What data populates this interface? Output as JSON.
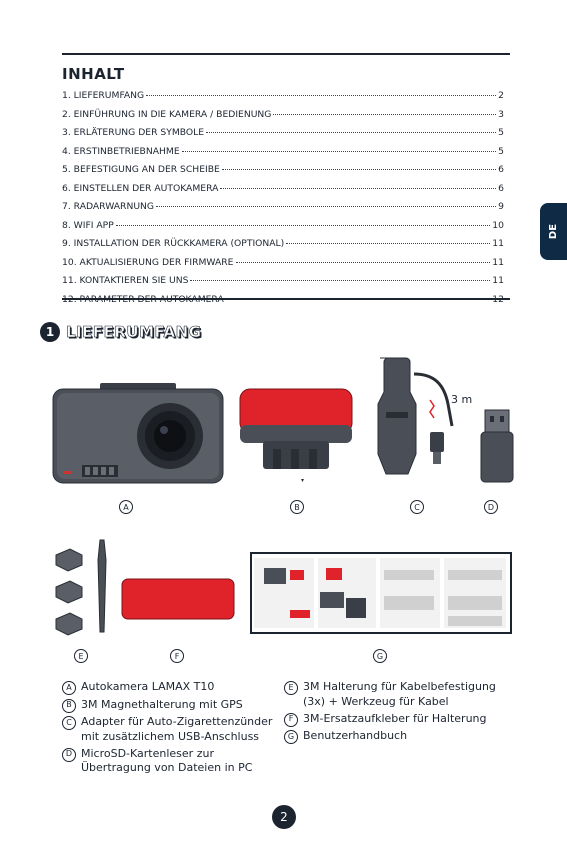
{
  "lang_tab": "DE",
  "toc": {
    "title": "INHALT",
    "items": [
      {
        "label": "1. LIEFERUMFANG",
        "page": "2"
      },
      {
        "label": "2. EINFÜHRUNG IN DIE KAMERA / BEDIENUNG",
        "page": "3"
      },
      {
        "label": "3. ERLÄTERUNG DER SYMBOLE",
        "page": "5"
      },
      {
        "label": "4. ERSTINBETRIEBNAHME",
        "page": "5"
      },
      {
        "label": "5. BEFESTIGUNG AN DER SCHEIBE",
        "page": "6"
      },
      {
        "label": "6. EINSTELLEN DER AUTOKAMERA",
        "page": "6"
      },
      {
        "label": "7. RADARWARNUNG",
        "page": "9"
      },
      {
        "label": "8. WIFI APP",
        "page": "10"
      },
      {
        "label": "9. INSTALLATION DER RÜCKKAMERA (OPTIONAL)",
        "page": "11"
      },
      {
        "label": "10. AKTUALISIERUNG DER FIRMWARE",
        "page": "11"
      },
      {
        "label": "11. KONTAKTIEREN SIE UNS",
        "page": "11"
      },
      {
        "label": "12. PARAMETER DER AUTOKAMERA",
        "page": "12"
      }
    ]
  },
  "section": {
    "number": "1",
    "title": "LIEFERUMFANG"
  },
  "cable_length": "3 m",
  "figure_letters": [
    "A",
    "B",
    "C",
    "D",
    "E",
    "F",
    "G"
  ],
  "legend_left": [
    {
      "letter": "A",
      "text": "Autokamera LAMAX T10"
    },
    {
      "letter": "B",
      "text": "3M Magnethalterung mit GPS"
    },
    {
      "letter": "C",
      "text": "Adapter für Auto-Zigarettenzünder mit zusätzlichem USB-Anschluss"
    },
    {
      "letter": "D",
      "text": "MicroSD-Kartenleser zur Übertragung von Dateien in PC"
    }
  ],
  "legend_right": [
    {
      "letter": "E",
      "text": "3M Halterung für Kabelbefestigung (3x) + Werkzeug für Kabel"
    },
    {
      "letter": "F",
      "text": "3M-Ersatzaufkleber für Halterung"
    },
    {
      "letter": "G",
      "text": "Benutzerhandbuch"
    }
  ],
  "page_number": "2",
  "colors": {
    "dark": "#1c2430",
    "accent_red": "#e0232a",
    "tab_navy": "#0f2a44"
  }
}
